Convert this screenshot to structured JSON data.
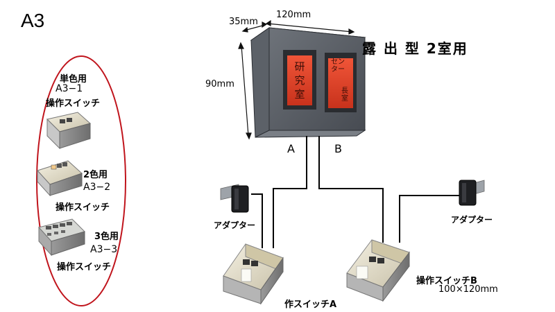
{
  "page": {
    "title": "A3"
  },
  "left_panel": {
    "items": [
      {
        "caption_1": "単色用",
        "model": "A3−1",
        "caption_2": "操作スイッチ"
      },
      {
        "caption_1": "2色用",
        "model": "A3−2",
        "caption_2": "操作スイッチ"
      },
      {
        "caption_1": "3色用",
        "model": "A3−3",
        "caption_2": "操作スイッチ"
      }
    ]
  },
  "main_unit": {
    "title": "露 出 型 2室用",
    "dim_depth": "35mm",
    "dim_width": "120mm",
    "dim_height": "90mm",
    "panel_left": "研究室",
    "panel_right_main": "センター",
    "panel_right_sub": "長室",
    "port_a": "A",
    "port_b": "B"
  },
  "adapters": {
    "left_label": "アダプター",
    "right_label": "アダプター"
  },
  "switches": {
    "a_label": "作スイッチA",
    "b_label": "操作スイッチB",
    "b_size": "100×120mm"
  },
  "colors": {
    "panel_glow": "#e0402a",
    "device_gray": "#5a5f66",
    "oval_red": "#c0141c"
  }
}
